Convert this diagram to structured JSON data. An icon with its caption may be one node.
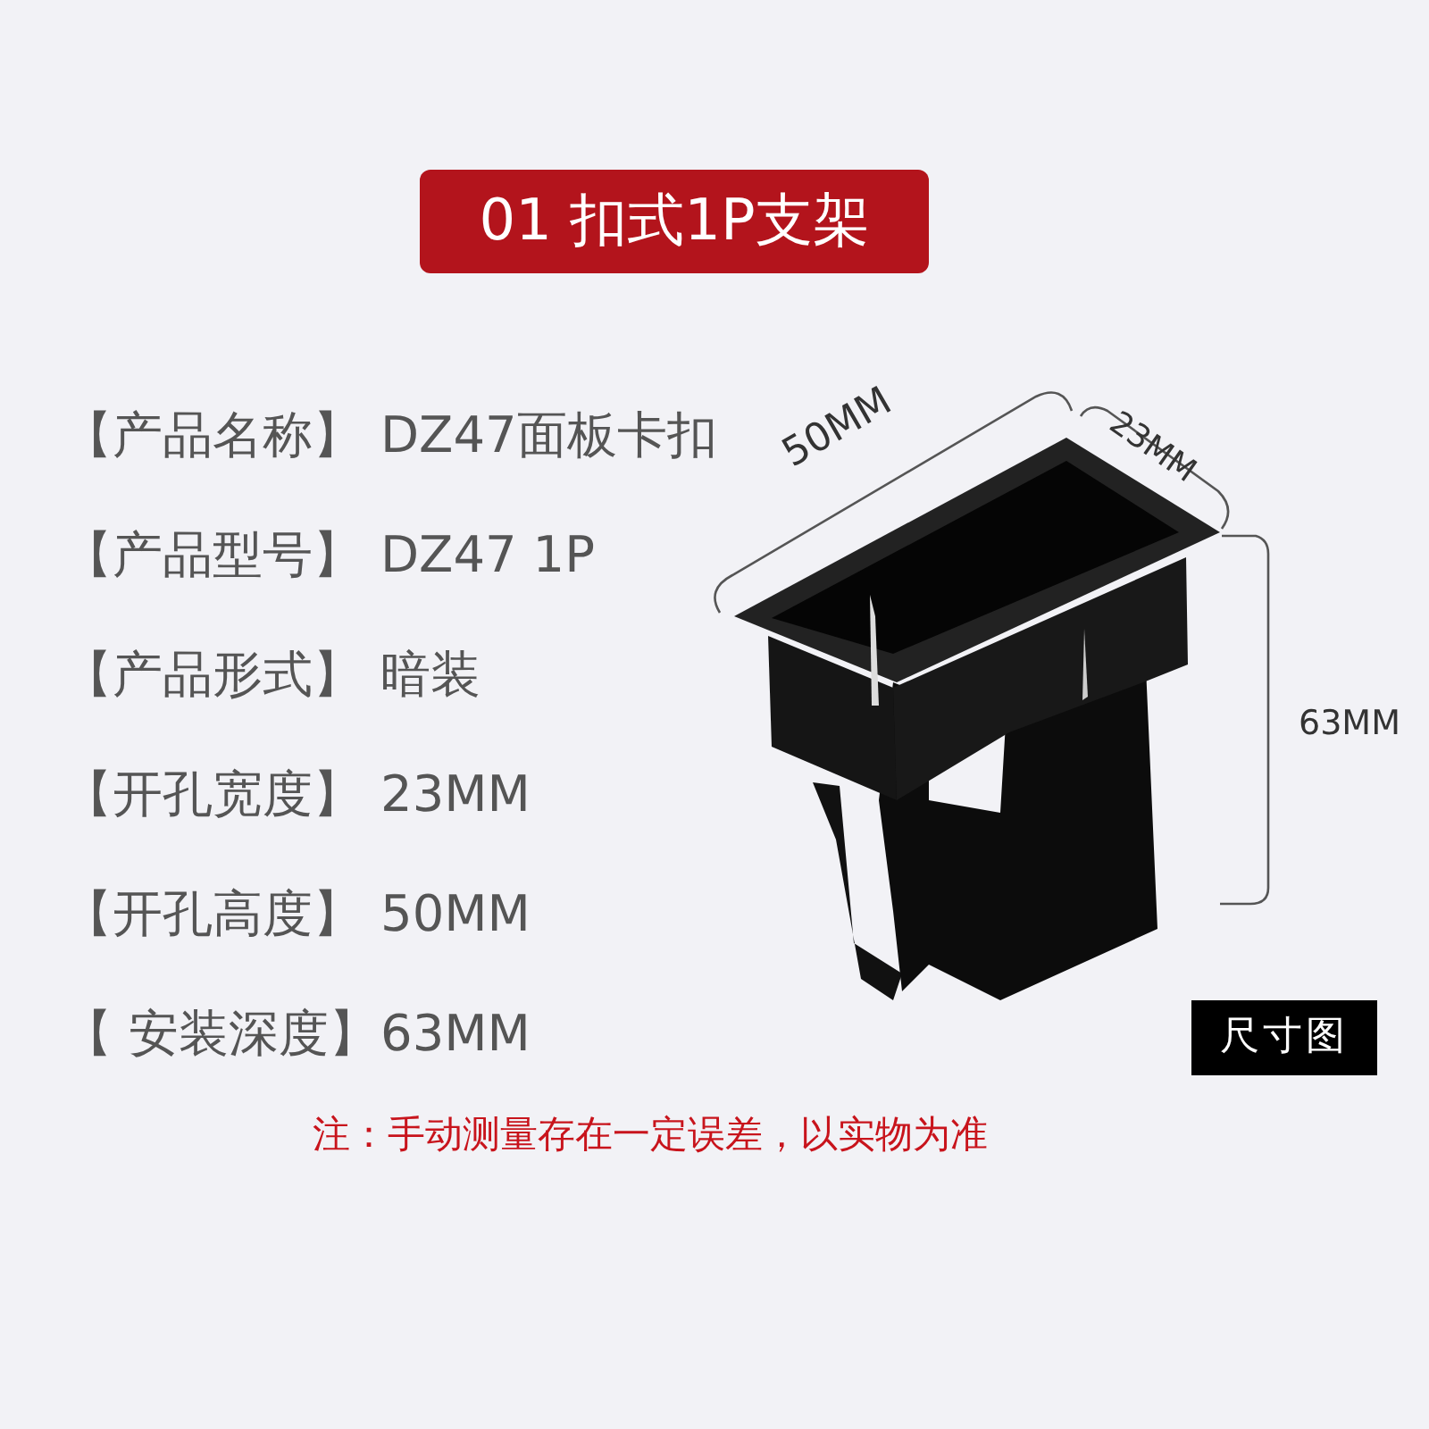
{
  "diagram": {
    "title": "01 扣式1P支架",
    "labels": [
      "【产品名称】",
      "DZ47面板卡扣",
      "【产品型号】",
      "DZ47 1P",
      "【产品形式】",
      "暗装",
      "【开孔宽度】",
      "23MM",
      "【开孔高度】",
      "50MM",
      "【 安装深度】",
      "63MM",
      "50MM",
      "23MM",
      "63MM",
      "尺寸图",
      "注：手动测量存在一定误差，以实物为准"
    ]
  }
}
